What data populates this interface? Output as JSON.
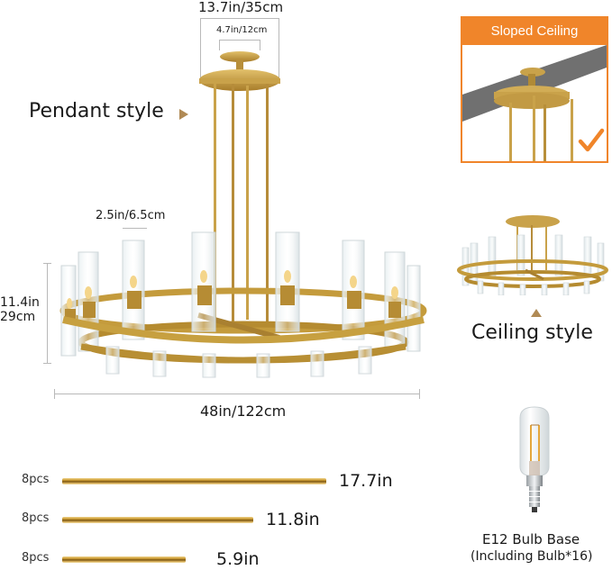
{
  "dimensions": {
    "canopy_outer": "13.7in/35cm",
    "canopy_inner": "4.7in/12cm",
    "shade_width": "2.5in/6.5cm",
    "height_in": "11.4in",
    "height_cm": "29cm",
    "width": "48in/122cm"
  },
  "labels": {
    "pendant_style": "Pendant style",
    "ceiling_style": "Ceiling style",
    "sloped_ceiling": "Sloped Ceiling"
  },
  "rods": [
    {
      "qty": "8pcs",
      "length": "17.7in"
    },
    {
      "qty": "8pcs",
      "length": "11.8in"
    },
    {
      "qty": "8pcs",
      "length": "5.9in"
    }
  ],
  "bulb": {
    "title": "E12 Bulb Base",
    "subtitle": "(Including Bulb*16)"
  },
  "colors": {
    "accent_orange": "#f0852a",
    "gold": "#c9a24a",
    "slope_gray": "#707070"
  },
  "icons": {
    "pointer_right": "triangle-right-icon",
    "pointer_up": "triangle-up-icon",
    "checkmark": "checkmark-icon"
  }
}
